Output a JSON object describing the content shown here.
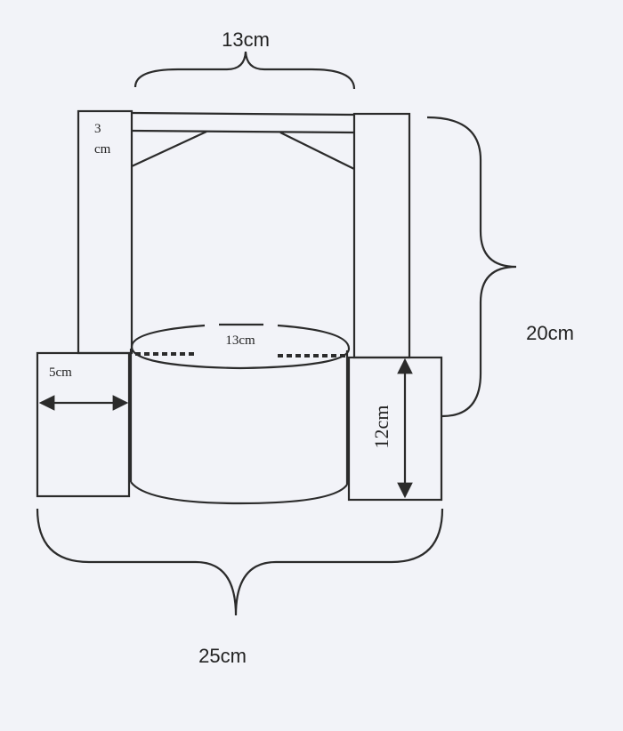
{
  "labels": {
    "top_width": "13cm",
    "post_width_line1": "3",
    "post_width_line2": "cm",
    "ellipse_diameter": "13cm",
    "side_box_width": "5cm",
    "side_box_height": "12cm",
    "total_height": "20cm",
    "total_width": "25cm"
  }
}
